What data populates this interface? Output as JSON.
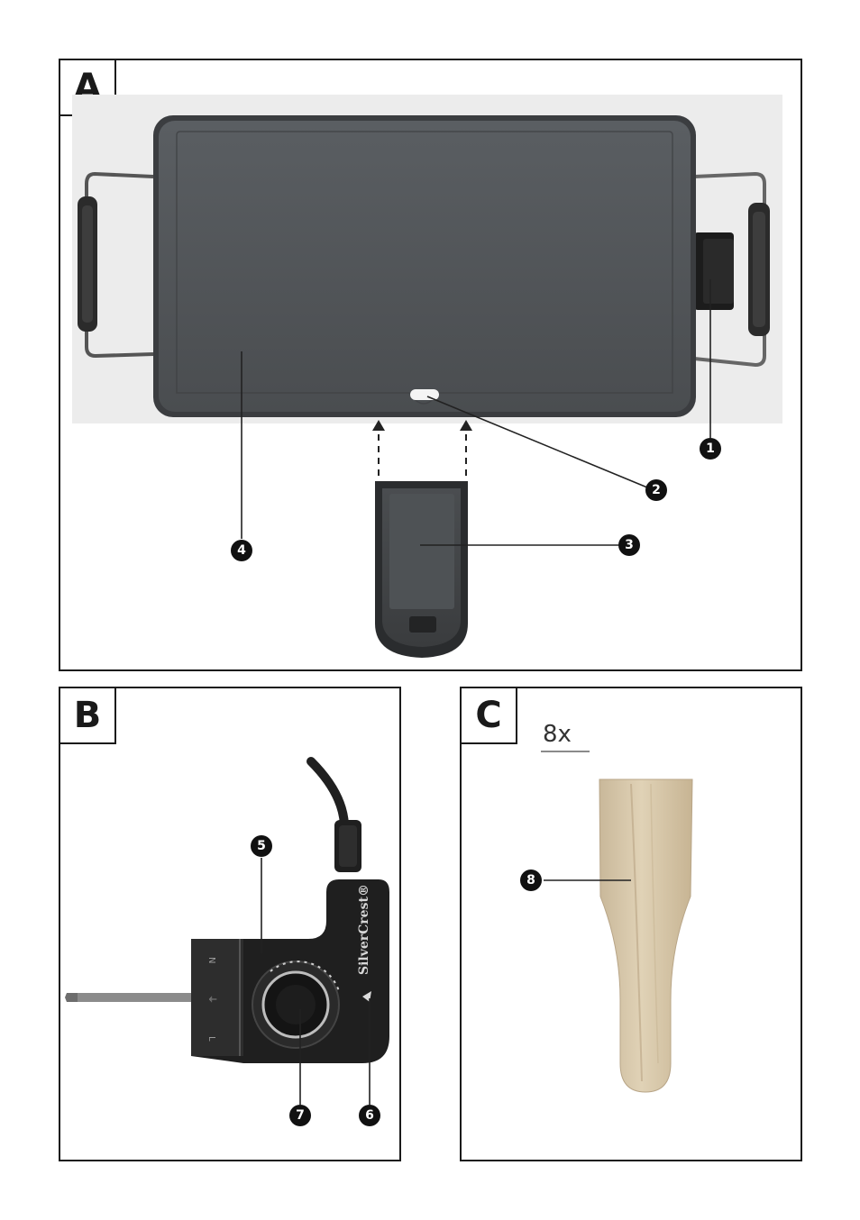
{
  "panels": [
    {
      "letter": "A"
    },
    {
      "letter": "B"
    },
    {
      "letter": "C"
    }
  ],
  "callouts": {
    "n1": "1",
    "n2": "2",
    "n3": "3",
    "n4": "4",
    "n5": "5",
    "n6": "6",
    "n7": "7",
    "n8": "8"
  },
  "panel_c": {
    "quantity": "8x"
  },
  "brand_text": "SilverCrest®",
  "controller_labels": {
    "top": "N",
    "middle": "⏚",
    "bottom": "L"
  }
}
